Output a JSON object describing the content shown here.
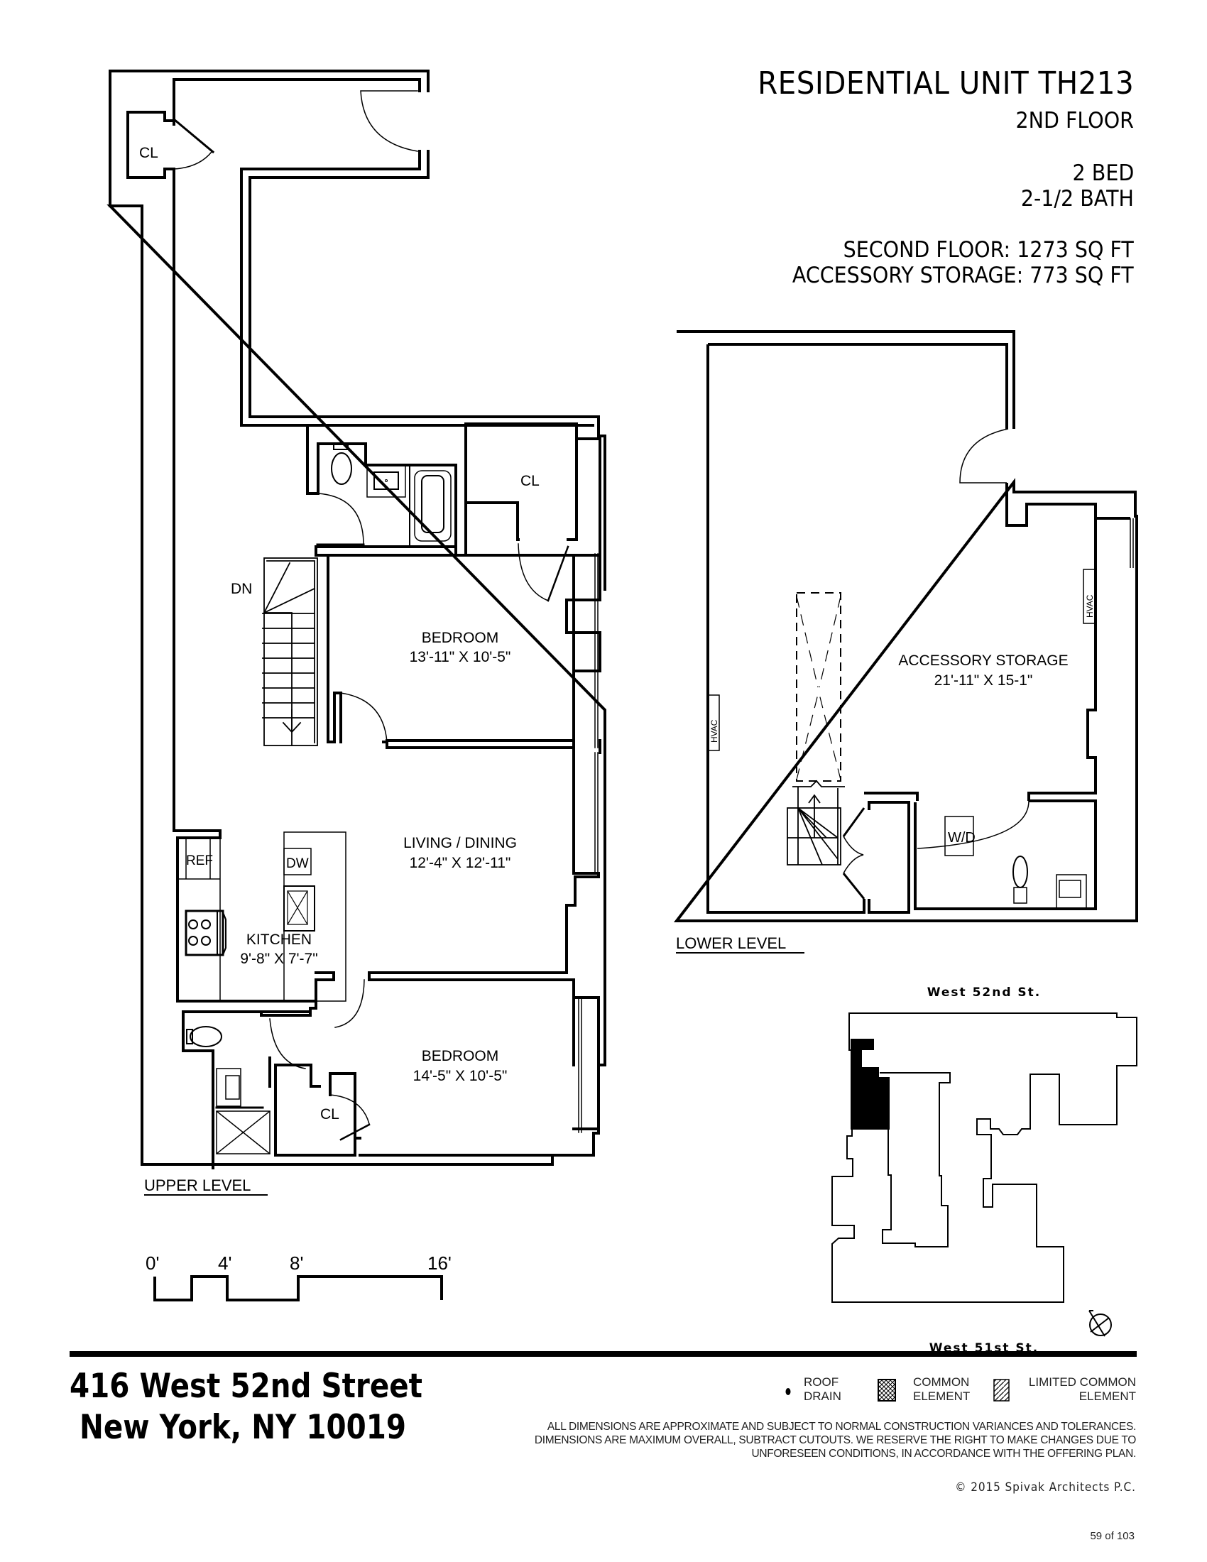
{
  "header": {
    "title": "RESIDENTIAL UNIT TH213",
    "floor": "2ND FLOOR",
    "beds": "2 BED",
    "baths": "2-1/2 BATH",
    "second_floor_area": "SECOND FLOOR: 1273 SQ FT",
    "storage_area": "ACCESSORY STORAGE: 773 SQ FT"
  },
  "upper_level": {
    "label": "UPPER LEVEL",
    "rooms": [
      {
        "name": "CL",
        "dims": ""
      },
      {
        "name": "CL",
        "dims": ""
      },
      {
        "name": "BEDROOM",
        "dims": "13'-11\" X 10'-5\""
      },
      {
        "name": "LIVING / DINING",
        "dims": "12'-4\" X 12'-11\""
      },
      {
        "name": "KITCHEN",
        "dims": "9'-8\" X 7'-7\""
      },
      {
        "name": "BEDROOM",
        "dims": "14'-5\" X 10'-5\""
      },
      {
        "name": "CL",
        "dims": ""
      }
    ],
    "fixtures": {
      "stair_label": "DN",
      "refrigerator": "REF",
      "dishwasher": "DW"
    }
  },
  "lower_level": {
    "label": "LOWER LEVEL",
    "room": {
      "name": "ACCESSORY STORAGE",
      "dims": "21'-11\" X 15-1\""
    },
    "hvac_label": "HVAC",
    "washer_dryer": "W/D"
  },
  "scale_bar": {
    "ticks": [
      "0'",
      "4'",
      "8'",
      "16'"
    ]
  },
  "key_plan": {
    "north_street": "West 52nd St.",
    "south_street": "West 51st St.",
    "compass_icon": "north-arrow-icon"
  },
  "footer": {
    "address_line1": "416 West 52nd Street",
    "address_line2": "New York, NY 10019",
    "legend": [
      {
        "icon": "roof-drain-dot-icon",
        "line1": "ROOF",
        "line2": "DRAIN"
      },
      {
        "icon": "crosshatch-icon",
        "line1": "COMMON",
        "line2": "ELEMENT"
      },
      {
        "icon": "diagonal-hatch-icon",
        "line1": "LIMITED COMMON",
        "line2": "ELEMENT"
      }
    ],
    "disclaimer": "ALL DIMENSIONS ARE APPROXIMATE AND SUBJECT TO NORMAL CONSTRUCTION VARIANCES AND TOLERANCES. DIMENSIONS ARE MAXIMUM OVERALL, SUBTRACT CUTOUTS. WE RESERVE THE RIGHT TO MAKE CHANGES DUE TO UNFORESEEN CONDITIONS, IN ACCORDANCE WITH THE OFFERING PLAN.",
    "copyright": "©  2015 Spivak Architects P.C.",
    "page": "59  of 103"
  },
  "colors": {
    "ink": "#000000",
    "background": "#ffffff"
  }
}
